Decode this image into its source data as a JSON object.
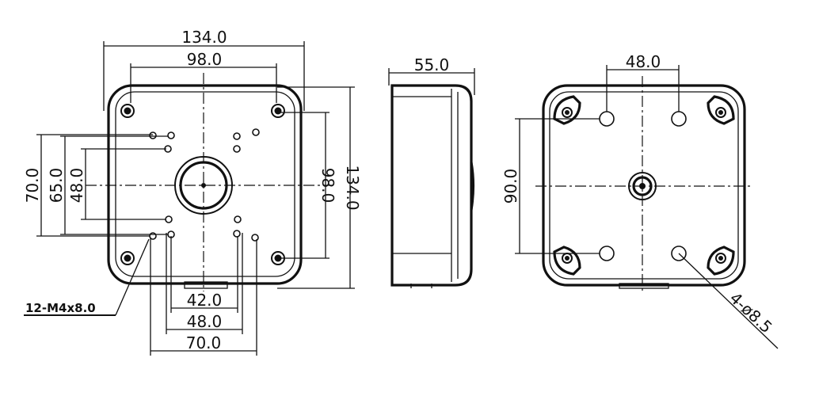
{
  "front_view": {
    "overall_width": "134.0",
    "inner_width": "98.0",
    "overall_height": "134.0",
    "inner_height": "98.0",
    "hole_spacing_70": "70.0",
    "hole_spacing_65": "65.0",
    "hole_spacing_48": "48.0",
    "bottom_42": "42.0",
    "bottom_48": "48.0",
    "bottom_70": "70.0",
    "screw_callout": "12-M4x8.0"
  },
  "side_view": {
    "depth": "55.0"
  },
  "back_view": {
    "hole_spacing_x": "48.0",
    "hole_spacing_y": "90.0",
    "hole_callout": "4-ø8.5"
  }
}
